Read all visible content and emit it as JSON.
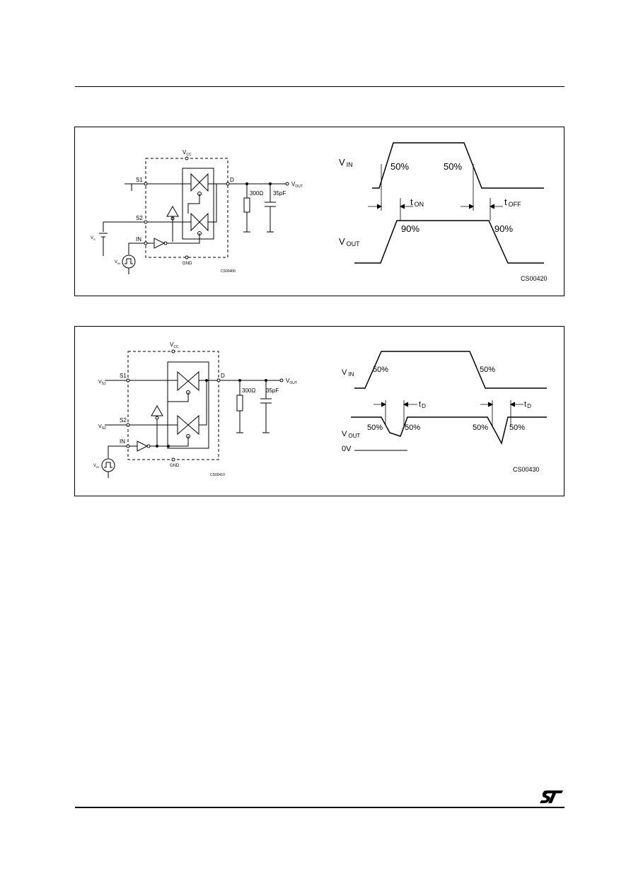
{
  "figure1": {
    "circuit": {
      "vcc": "V",
      "vcc_sub": "CC",
      "s1": "S1",
      "s2": "S2",
      "in": "IN",
      "d": "D",
      "vout": "V",
      "vout_sub": "OUT",
      "r": "300Ω",
      "c": "35pF",
      "vs": "V",
      "vs_sub": "S",
      "vin": "V",
      "vin_sub": "IN",
      "gnd": "GND",
      "code": "CS00400"
    },
    "waveform": {
      "vin": "V",
      "vin_sub": "IN",
      "vout": "V",
      "vout_sub": "OUT",
      "p50a": "50%",
      "p50b": "50%",
      "p90a": "90%",
      "p90b": "90%",
      "ton": "t",
      "ton_sub": "ON",
      "toff": "t",
      "toff_sub": "OFF",
      "code": "CS00420"
    }
  },
  "figure2": {
    "circuit": {
      "vcc": "V",
      "vcc_sub": "CC",
      "s1": "S1",
      "s2": "S2",
      "in": "IN",
      "d": "D",
      "vs1": "V",
      "vs1_sub": "S1",
      "vs2": "V",
      "vs2_sub": "S2",
      "vout": "V",
      "vout_sub": "OUT",
      "r": "300Ω",
      "c": "35pF",
      "vin": "V",
      "vin_sub": "IN",
      "gnd": "GND",
      "code": "CS00410"
    },
    "waveform": {
      "vin": "V",
      "vin_sub": "IN",
      "vout": "V",
      "vout_sub": "OUT",
      "zero": "0V",
      "p50_in_a": "50%",
      "p50_in_b": "50%",
      "p50_a": "50%",
      "p50_b": "50%",
      "p50_c": "50%",
      "p50_d": "50%",
      "td_a": "t",
      "td_a_sub": "D",
      "td_b": "t",
      "td_b_sub": "D",
      "code": "CS00430"
    }
  },
  "logo": "ST"
}
